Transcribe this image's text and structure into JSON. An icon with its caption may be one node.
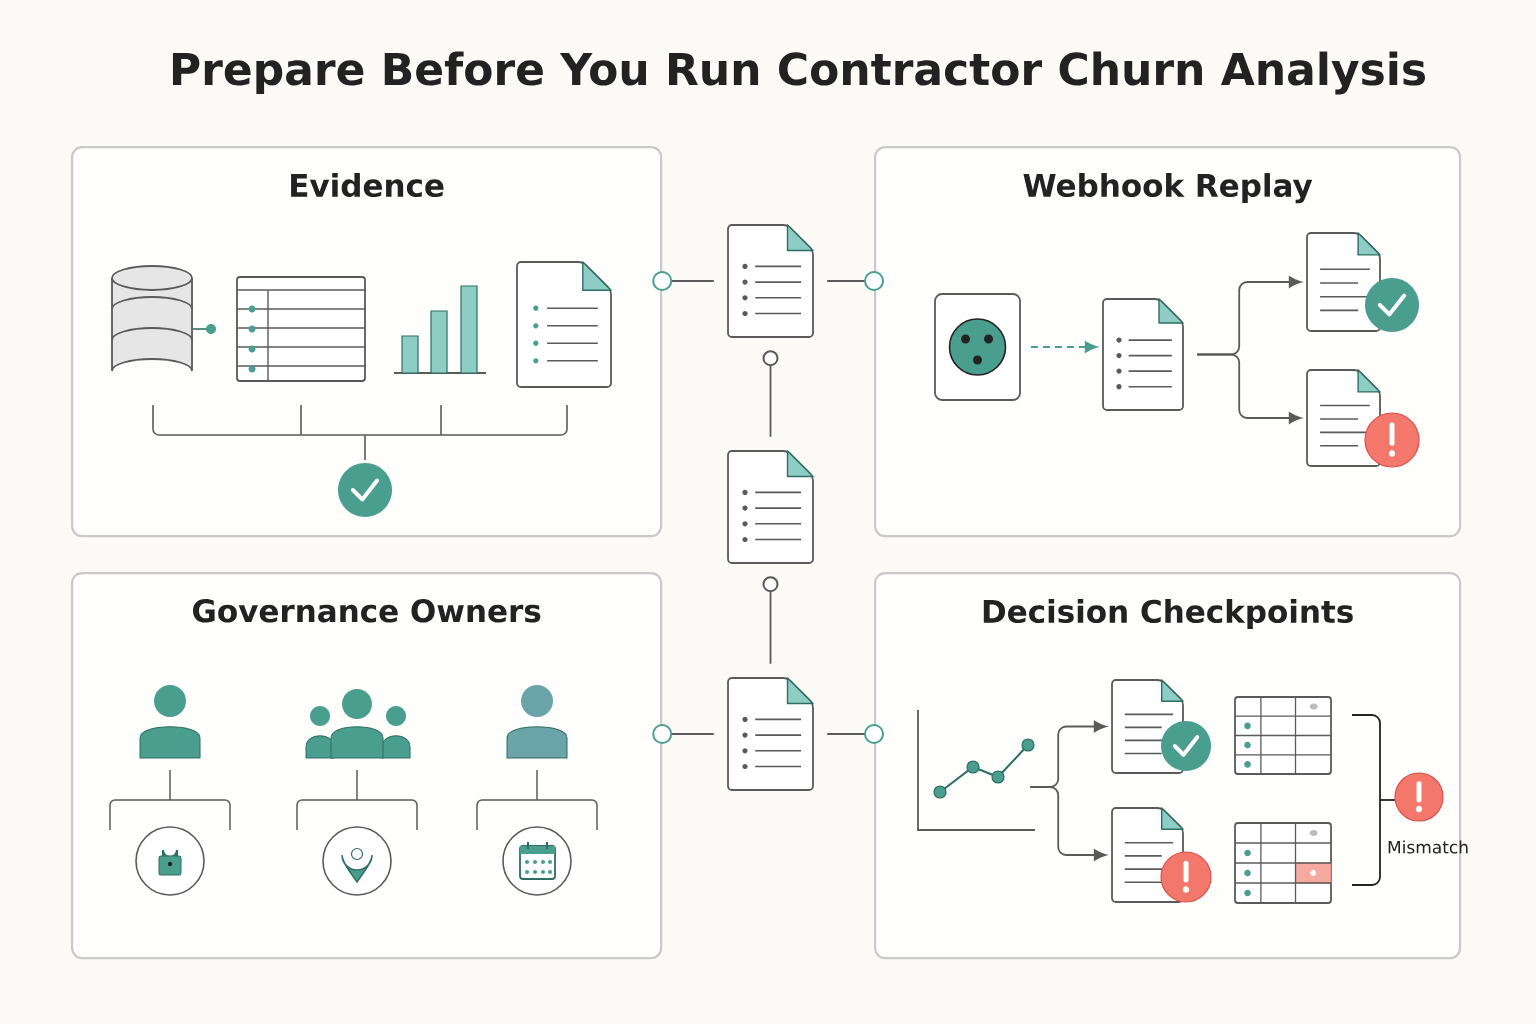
{
  "diagram": {
    "title": "Prepare Before You Run Contractor Churn Analysis",
    "nodes": [
      {
        "text": [
          "Evidence"
        ]
      },
      {
        "text": [
          "Webhook Replay"
        ]
      },
      {
        "text": [
          "Governance Owners"
        ]
      },
      {
        "text": [
          "Decision Checkpoints"
        ]
      },
      {
        "text": [],
        "shape": "document"
      },
      {
        "text": [],
        "shape": "document"
      },
      {
        "text": [],
        "shape": "document"
      },
      {
        "text": [],
        "shape": "box",
        "in": 1
      },
      {
        "text": [],
        "shape": "document",
        "in": 1
      },
      {
        "text": [],
        "shape": "document",
        "in": 1
      },
      {
        "text": [],
        "shape": "document",
        "in": 1
      },
      {
        "text": [],
        "shape": "chart",
        "in": 3
      },
      {
        "text": [],
        "shape": "document",
        "in": 3
      },
      {
        "text": [],
        "shape": "document",
        "in": 3
      }
    ],
    "edges": [
      {
        "from": 4,
        "to": 0,
        "arrow": "other"
      },
      {
        "from": 4,
        "to": 1,
        "arrow": "other"
      },
      {
        "from": 6,
        "to": 2,
        "arrow": "other"
      },
      {
        "from": 6,
        "to": 3,
        "arrow": "other"
      },
      {
        "from": 5,
        "to": 4,
        "arrow": "other"
      },
      {
        "from": 6,
        "to": 5,
        "arrow": "other"
      },
      {
        "from": 7,
        "to": 8,
        "arrow": "to",
        "style": "dashed",
        "color": "#4a9e8e"
      },
      {
        "from": 8,
        "to": 9,
        "arrow": "to"
      },
      {
        "from": 8,
        "to": 10,
        "arrow": "to"
      },
      {
        "from": 11,
        "to": 12,
        "arrow": "to"
      },
      {
        "from": 11,
        "to": 13,
        "arrow": "to"
      }
    ],
    "labels": [
      "Mismatch"
    ]
  }
}
